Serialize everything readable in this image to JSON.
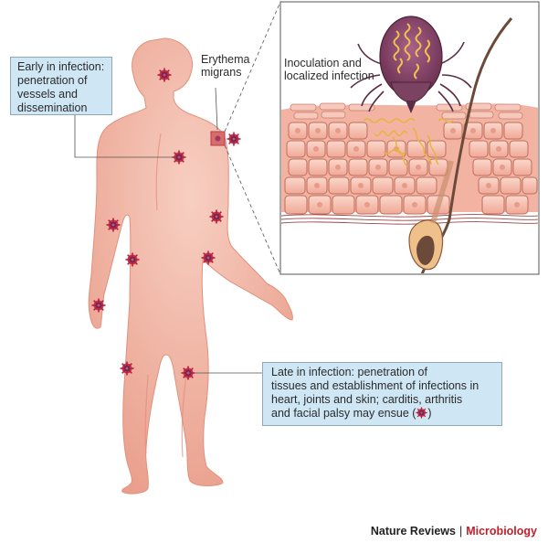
{
  "labels": {
    "early": [
      "Early in infection:",
      "penetration of",
      "vessels and",
      "dissemination"
    ],
    "erythema": [
      "Erythema",
      "migrans"
    ],
    "inoculation": [
      "Inoculation and",
      "localized infection"
    ],
    "late_lines": [
      "Late in infection: penetration of",
      "tissues and establishment of infections in",
      "heart, joints and skin; carditis, arthritis",
      "and facial palsy may ensue ("
    ],
    "late_suffix": ")"
  },
  "credit": {
    "journal": "Nature Reviews",
    "separator": "|",
    "section": "Microbiology"
  },
  "colors": {
    "skin": "#f2b3a3",
    "skin_dark": "#e28b78",
    "callout_fill": "#cfe6f4",
    "lesion": "#9b3a5e",
    "lesion_spike": "#d3314a",
    "tick_body": "#8a4a6b",
    "spirochete": "#f0c24b",
    "credit_accent": "#c0202b"
  },
  "icons": [
    "infection-site-icon",
    "tick-icon",
    "spirochete-icon",
    "hair-follicle-icon"
  ]
}
